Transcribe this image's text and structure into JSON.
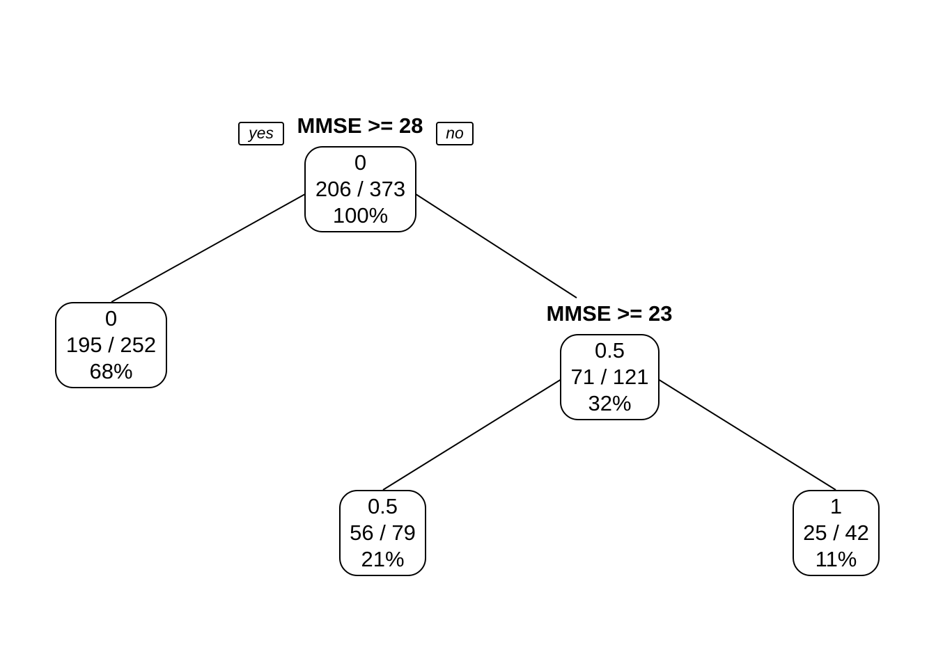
{
  "tree": {
    "root": {
      "split": "MMSE >= 28",
      "yes_label": "yes",
      "no_label": "no",
      "class": "0",
      "counts": "206 / 373",
      "percent": "100%"
    },
    "left_leaf": {
      "class": "0",
      "counts": "195 / 252",
      "percent": "68%"
    },
    "right_node": {
      "split": "MMSE >= 23",
      "class": "0.5",
      "counts": "71 / 121",
      "percent": "32%"
    },
    "right_left_leaf": {
      "class": "0.5",
      "counts": "56 / 79",
      "percent": "21%"
    },
    "right_right_leaf": {
      "class": "1",
      "counts": "25 / 42",
      "percent": "11%"
    }
  },
  "colors": {
    "line": "#000000",
    "background": "#ffffff",
    "text": "#000000"
  }
}
